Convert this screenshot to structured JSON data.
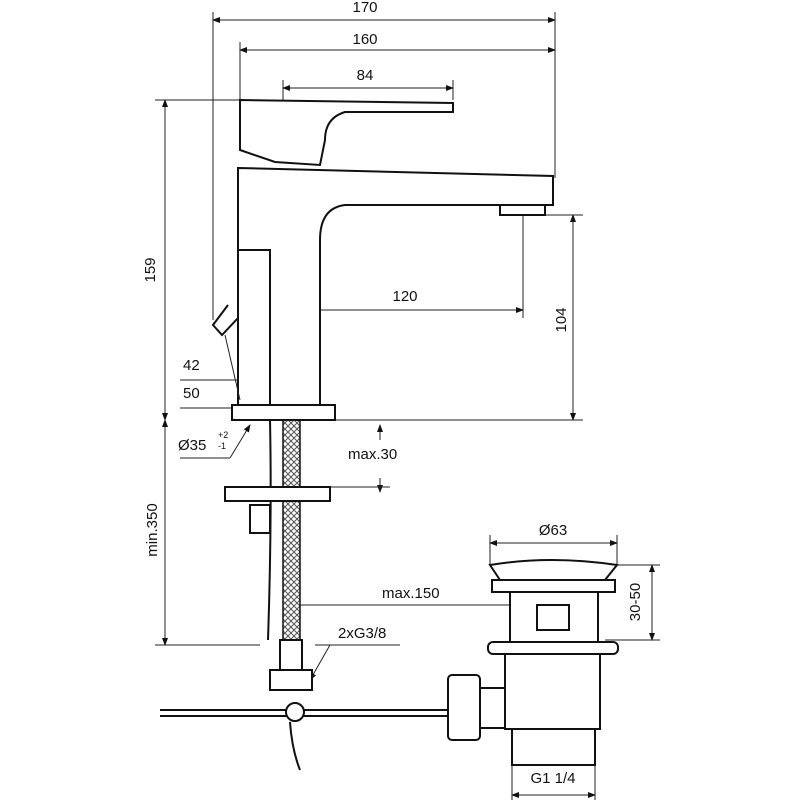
{
  "title": "Basin mixer technical drawing",
  "dimensions": {
    "width_total": "170",
    "width_spout": "160",
    "width_lever": "84",
    "height_total": "159",
    "spout_height": "104",
    "spout_reach": "120",
    "base_42": "42",
    "base_50": "50",
    "hole_diameter": "Ø35",
    "hole_tolerance_upper": "+2",
    "hole_tolerance_lower": "-1",
    "max_thickness": "max.30",
    "min_hose": "min.350",
    "max_150": "max.150",
    "connection": "2xG3/8",
    "waste_diameter": "Ø63",
    "waste_range": "30-50",
    "waste_thread": "G1 1/4"
  }
}
